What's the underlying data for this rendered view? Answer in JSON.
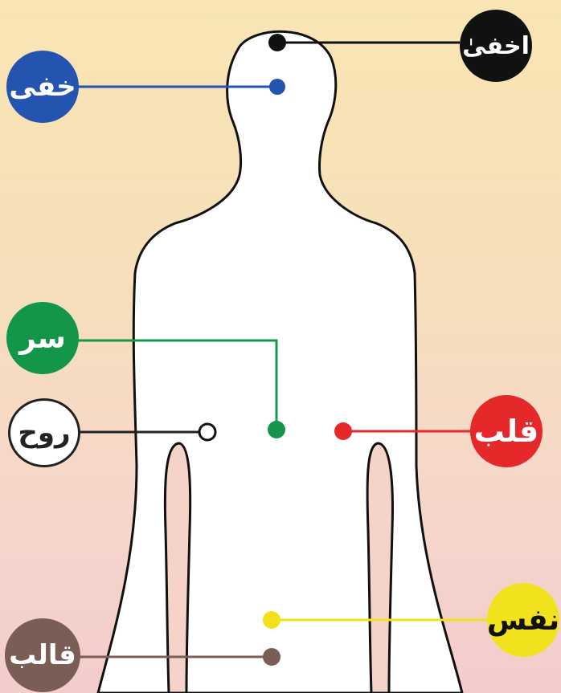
{
  "labels": {
    "akhfa": "اخفیٰ",
    "khafi": "خفی",
    "sirr": "سر",
    "ruh": "روح",
    "qalb": "قلب",
    "nafs": "نفس",
    "qalib": "قالب"
  },
  "colors": {
    "akhfa": "#111111",
    "khafi": "#2553b0",
    "sirr": "#14964a",
    "ruh": "#222222",
    "qalb": "#e5282a",
    "nafs": "#f2e21d",
    "qalib": "#7a5d55"
  }
}
